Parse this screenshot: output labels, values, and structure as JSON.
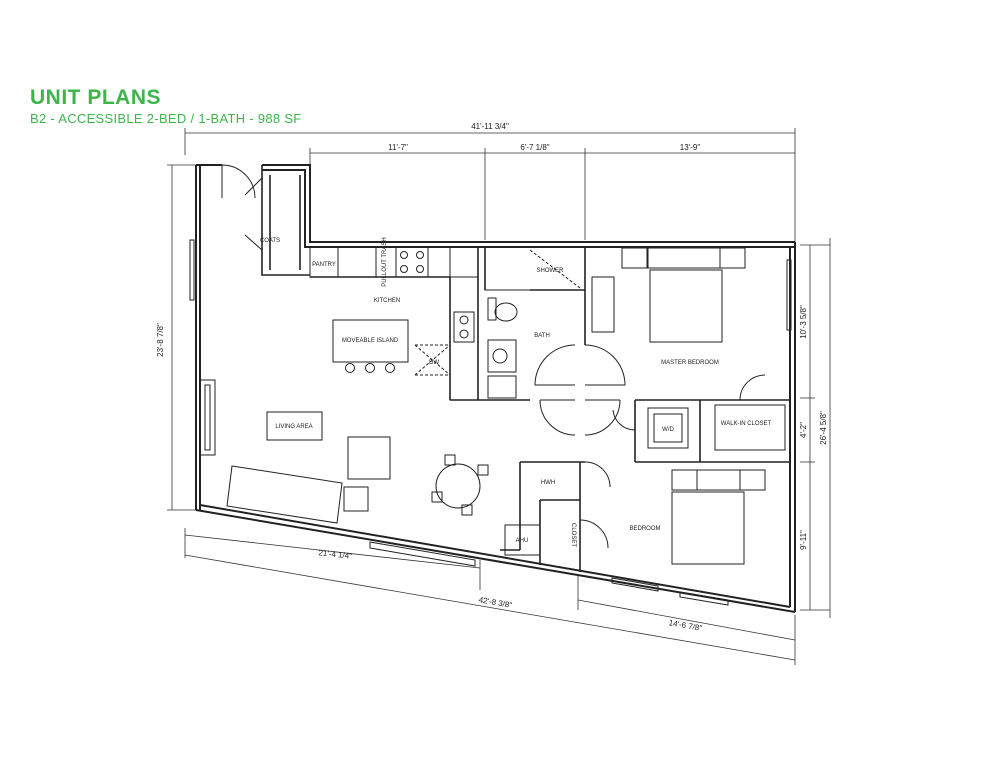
{
  "header": {
    "title": "UNIT PLANS",
    "subtitle": "B2 - ACCESSIBLE 2-BED / 1-BATH - 988 SF"
  },
  "colors": {
    "accent": "#3db54a",
    "ink": "#222222"
  },
  "dimensions": {
    "overall_width": "41'-11 3/4\"",
    "top_left": "11'-7\"",
    "top_middle": "6'-7 1/8\"",
    "top_right": "13'-9\"",
    "left_height": "23'-8 7/8\"",
    "right_upper": "10'-3 5/8\"",
    "right_middle": "4'-2\"",
    "right_lower": "9'-11\"",
    "right_overall": "26'-4 5/8\"",
    "bottom_left": "21'-4 1/4\"",
    "bottom_overall": "42'-8 3/8\"",
    "bottom_right": "14'-6 7/8\""
  },
  "rooms": {
    "coats": "COATS",
    "pantry": "PANTRY",
    "pullout_trash": "PULLOUT TRASH",
    "kitchen": "KITCHEN",
    "moveable_island": "MOVEABLE ISLAND",
    "dw": "DW",
    "shower": "SHOWER",
    "bath": "BATH",
    "master_bedroom": "MASTER BEDROOM",
    "walk_in_closet": "WALK-IN CLOSET",
    "wd": "W/D",
    "living_area": "LIVING AREA",
    "hwh": "HWH",
    "ahu": "AHU",
    "closet": "CLOSET",
    "bedroom": "BEDROOM"
  }
}
